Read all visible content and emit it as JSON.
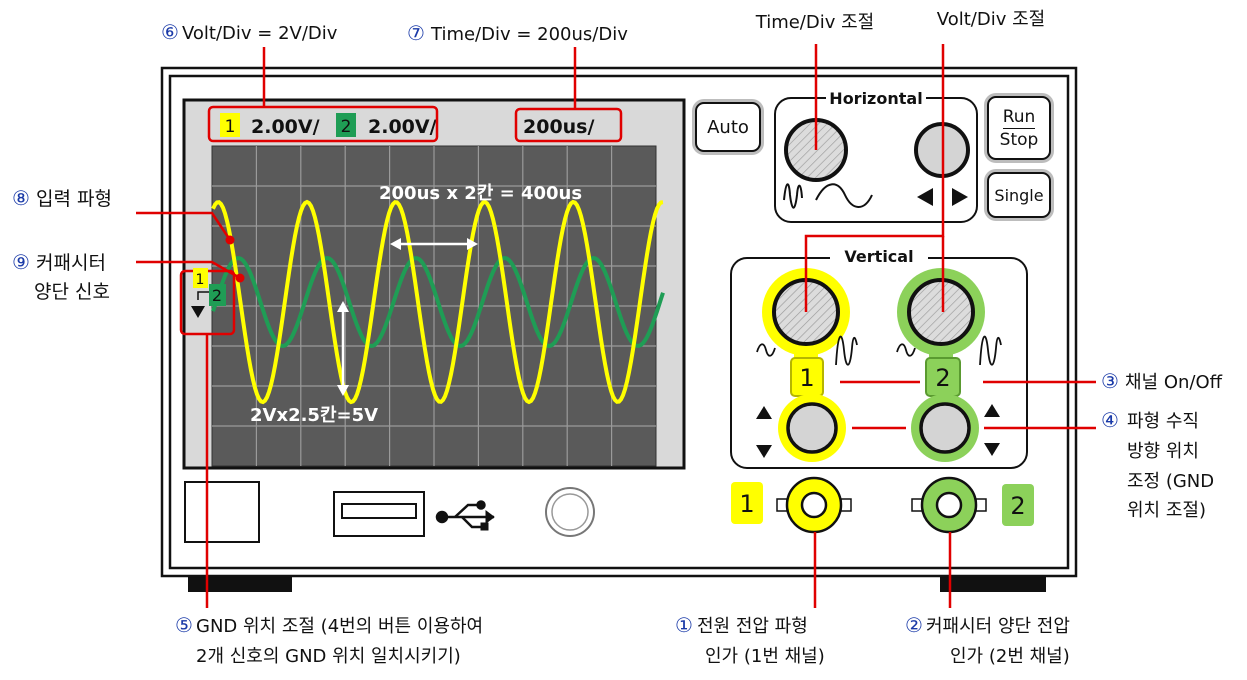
{
  "screen": {
    "ch1_scale": "2.00V/",
    "ch2_scale": "2.00V/",
    "time_scale": "200us/",
    "ch1_tag": "1",
    "ch2_tag": "2",
    "annotation_time": "200us x 2칸 = 400us",
    "annotation_volt": "2Vx2.5칸=5V",
    "marker_ch1": "1",
    "marker_ch2": "2"
  },
  "buttons": {
    "auto": "Auto",
    "run": "Run",
    "stop": "Stop",
    "single": "Single"
  },
  "panels": {
    "horizontal": "Horizontal",
    "vertical": "Vertical",
    "ch1_button": "1",
    "ch2_button": "2"
  },
  "inputs": {
    "ch1_label": "1",
    "ch2_label": "2"
  },
  "callouts": {
    "c6": {
      "num": "⑥",
      "text": "Volt/Div = 2V/Div"
    },
    "c7": {
      "num": "⑦",
      "text": "Time/Div = 200us/Div"
    },
    "time_adjust": "Time/Div 조절",
    "volt_adjust": "Volt/Div 조절",
    "c8": {
      "num": "⑧",
      "text": "입력 파형"
    },
    "c9": {
      "num": "⑨",
      "text1": "커패시터",
      "text2": "양단 신호"
    },
    "c3": {
      "num": "③",
      "text": "채널 On/Off"
    },
    "c4": {
      "num": "④",
      "lines": [
        "파형 수직",
        "방향 위치",
        "조정 (GND",
        "위치 조절)"
      ]
    },
    "c5": {
      "num": "⑤",
      "line1": "GND 위치 조절 (4번의 버튼 이용하여",
      "line2": "2개 신호의 GND 위치 일치시키기)"
    },
    "c1": {
      "num": "①",
      "line1": "전원 전압 파형",
      "line2": "인가 (1번 채널)"
    },
    "c2": {
      "num": "②",
      "line1": "커패시터 양단 전압",
      "line2": "인가 (2번 채널)"
    }
  },
  "colors": {
    "ch1": "#ffff00",
    "ch2": "#1f9d55",
    "ch2_light": "#8cd15a",
    "callout_red": "#e00000",
    "grid_bg": "#5a5a5a",
    "screen_bg": "#d9d9d9"
  },
  "waves": {
    "ch1": {
      "amplitude_div": 2.5,
      "period_div": 2,
      "color": "#ffff00"
    },
    "ch2": {
      "amplitude_div": 1.1,
      "period_div": 2,
      "color": "#1f9d55"
    }
  }
}
